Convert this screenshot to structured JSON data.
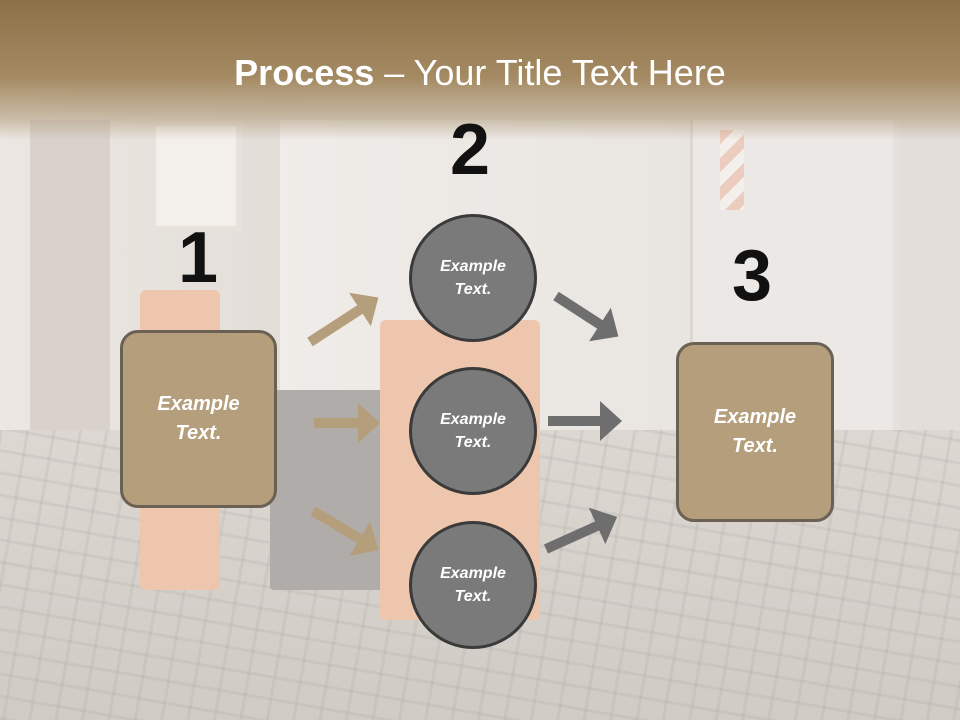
{
  "slide": {
    "title_bold": "Process",
    "title_rest": " – Your Title Text Here"
  },
  "steps": {
    "step1_number": "1",
    "step2_number": "2",
    "step3_number": "3"
  },
  "boxes": {
    "left": "Example Text.",
    "right": "Example Text."
  },
  "circles": [
    {
      "label": "Example Text."
    },
    {
      "label": "Example Text."
    },
    {
      "label": "Example Text."
    }
  ],
  "colors": {
    "header": "#8c7048",
    "box_fill": "#b59e7b",
    "circle_fill": "#7a7a7a",
    "arrow_tan": "#b59e7b",
    "arrow_gray": "#6e6e6e"
  }
}
